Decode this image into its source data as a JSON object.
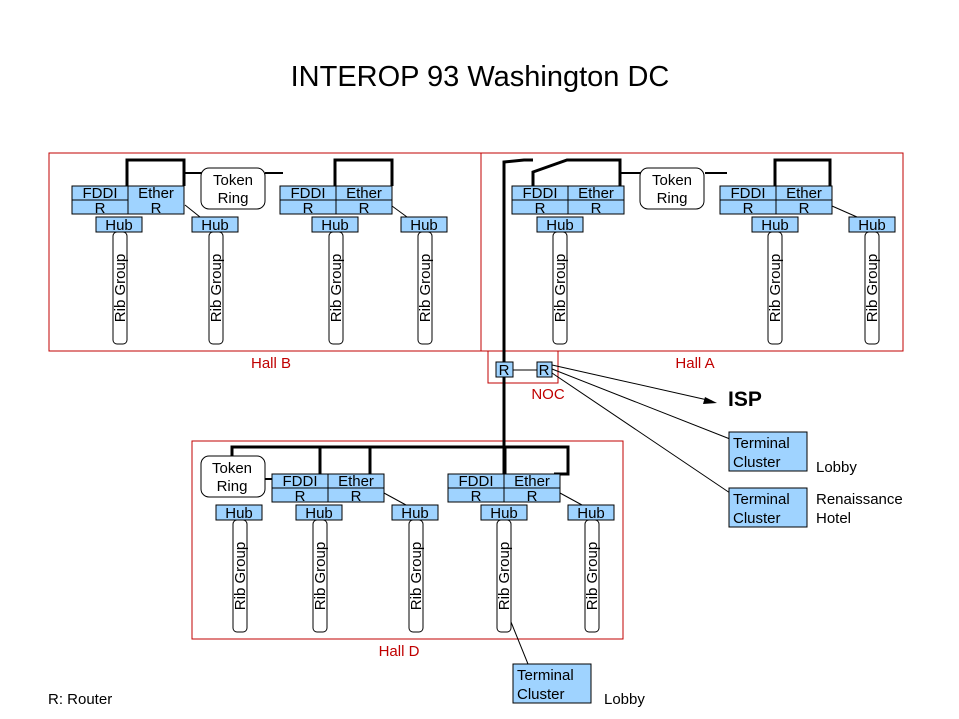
{
  "title": "INTEROP 93 Washington DC",
  "labels": {
    "fddi": "FDDI",
    "ether": "Ether",
    "router": "R",
    "hub": "Hub",
    "rib_group": "Rib Group",
    "token_ring_1": "Token",
    "token_ring_2": "Ring",
    "terminal_cluster_1": "Terminal",
    "terminal_cluster_2": "Cluster"
  },
  "halls": {
    "hall_b": "Hall B",
    "hall_a": "Hall A",
    "hall_d": "Hall D",
    "noc": "NOC"
  },
  "isp": "ISP",
  "locations": {
    "lobby_1": "Lobby",
    "renaissance": "Renaissance",
    "hotel": "Hotel",
    "lobby_2": "Lobby"
  },
  "legend": "R: Router",
  "colors": {
    "box_fill": "#9fd3ff",
    "area_border": "#c00000",
    "hall_label": "#c00000"
  }
}
